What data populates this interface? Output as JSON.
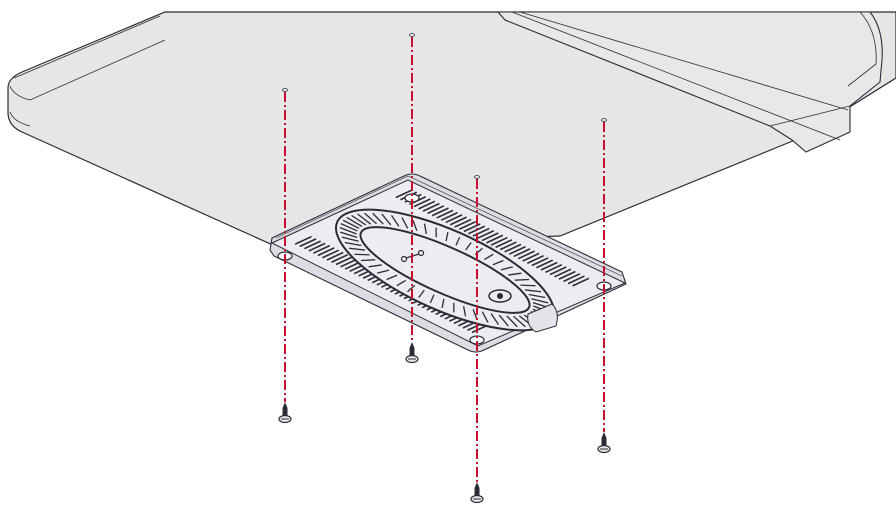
{
  "colors": {
    "background": "#ffffff",
    "surface": "#e6e6e6",
    "device": "#ececf1",
    "outline": "#2b2b38",
    "guide_line": "#c8102e"
  },
  "illustration": {
    "subject": "ceiling-mount-installation",
    "screws": 4,
    "mount_holes": 4
  }
}
